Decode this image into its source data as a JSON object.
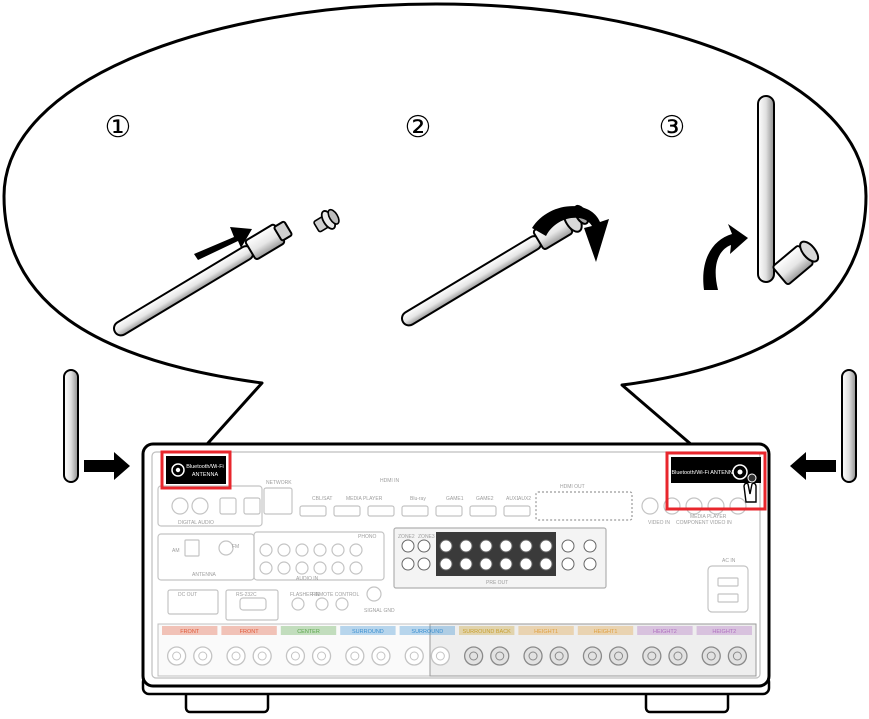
{
  "steps": [
    {
      "number": "①"
    },
    {
      "number": "②"
    },
    {
      "number": "③"
    }
  ],
  "panel": {
    "antenna_label_left": [
      "Bluetooth/Wi-Fi",
      "ANTENNA"
    ],
    "antenna_label_right": "Bluetooth/Wi-Fi ANTENNA",
    "highlight_color": "#e8262c",
    "sections": {
      "network": "NETWORK",
      "hdmi_in": "HDMI IN",
      "hdmi_out": "HDMI OUT",
      "cbl_sat": "CBL/SAT",
      "media_player": "MEDIA PLAYER",
      "bluray": "Blu-ray",
      "game1": "GAME1",
      "game2": "GAME2",
      "aux1": "AUX1",
      "aux2": "AUX2",
      "digital_audio": "DIGITAL AUDIO",
      "antenna": "ANTENNA",
      "am": "AM",
      "fm": "FM",
      "audio_in": "AUDIO IN",
      "phono": "PHONO",
      "pre_out": "PRE OUT",
      "zone2": "ZONE2",
      "zone3": "ZONE3",
      "video_in": "VIDEO IN",
      "component_video_in": "COMPONENT VIDEO IN",
      "media_player2": "MEDIA PLAYER",
      "dc_out": "DC OUT",
      "flasher_in": "FLASHER IN",
      "remote_control": "REMOTE CONTROL",
      "signal_gnd": "SIGNAL GND",
      "ac_in": "AC IN",
      "rs232c": "RS-232C"
    },
    "speaker_groups": [
      {
        "label": "FRONT",
        "color": "#e05a3a"
      },
      {
        "label": "FRONT",
        "color": "#e05a3a"
      },
      {
        "label": "CENTER",
        "color": "#5aa64a"
      },
      {
        "label": "SURROUND",
        "color": "#3a8fd0"
      },
      {
        "label": "SURROUND",
        "color": "#3a8fd0"
      },
      {
        "label": "SURROUND BACK",
        "color": "#c8a030"
      },
      {
        "label": "HEIGHT1",
        "color": "#e0a040"
      },
      {
        "label": "HEIGHT1",
        "color": "#e0a040"
      },
      {
        "label": "HEIGHT2",
        "color": "#b070c0"
      },
      {
        "label": "HEIGHT2",
        "color": "#b070c0"
      }
    ]
  }
}
